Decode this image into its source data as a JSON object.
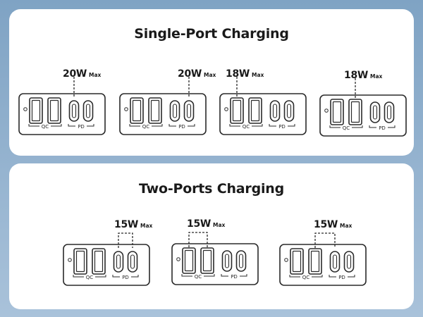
{
  "single_port": {
    "title": "Single-Port Charging",
    "chargers": [
      {
        "watts": "20W",
        "max": "Max",
        "active_ports": [
          3
        ]
      },
      {
        "watts": "20W",
        "max": "Max",
        "active_ports": [
          4
        ]
      },
      {
        "watts": "18W",
        "max": "Max",
        "active_ports": [
          1
        ]
      },
      {
        "watts": "18W",
        "max": "Max",
        "active_ports": [
          2
        ]
      }
    ]
  },
  "two_ports": {
    "title": "Two-Ports Charging",
    "chargers": [
      {
        "watts": "15W",
        "max": "Max",
        "active_ports": [
          3,
          4
        ]
      },
      {
        "watts": "15W",
        "max": "Max",
        "active_ports": [
          1,
          2
        ]
      },
      {
        "watts": "15W",
        "max": "Max",
        "active_ports": [
          2,
          3
        ]
      }
    ]
  },
  "port_groups": {
    "qc": "QC",
    "pd": "PD"
  },
  "colors": {
    "outline": "#2a2a2a",
    "panel": "#ffffff",
    "background": "#8fb0cf"
  }
}
